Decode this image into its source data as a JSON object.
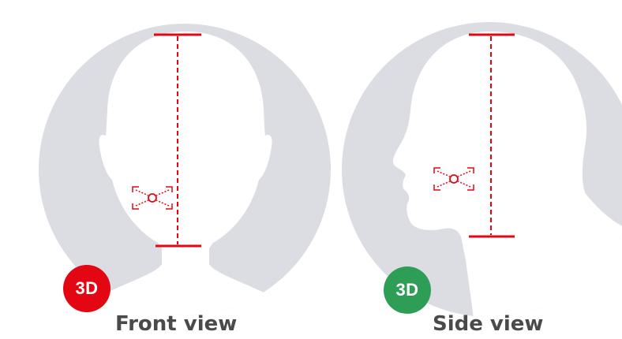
{
  "colors": {
    "circle": "#dcdde2",
    "head": "#ffffff",
    "measure": "#e30613",
    "badge_front": "#e30613",
    "badge_side": "#2e9e57",
    "caption": "#4a4a4a"
  },
  "panels": [
    {
      "badge": "3D",
      "caption": "Front view"
    },
    {
      "badge": "3D",
      "caption": "Side view"
    }
  ]
}
